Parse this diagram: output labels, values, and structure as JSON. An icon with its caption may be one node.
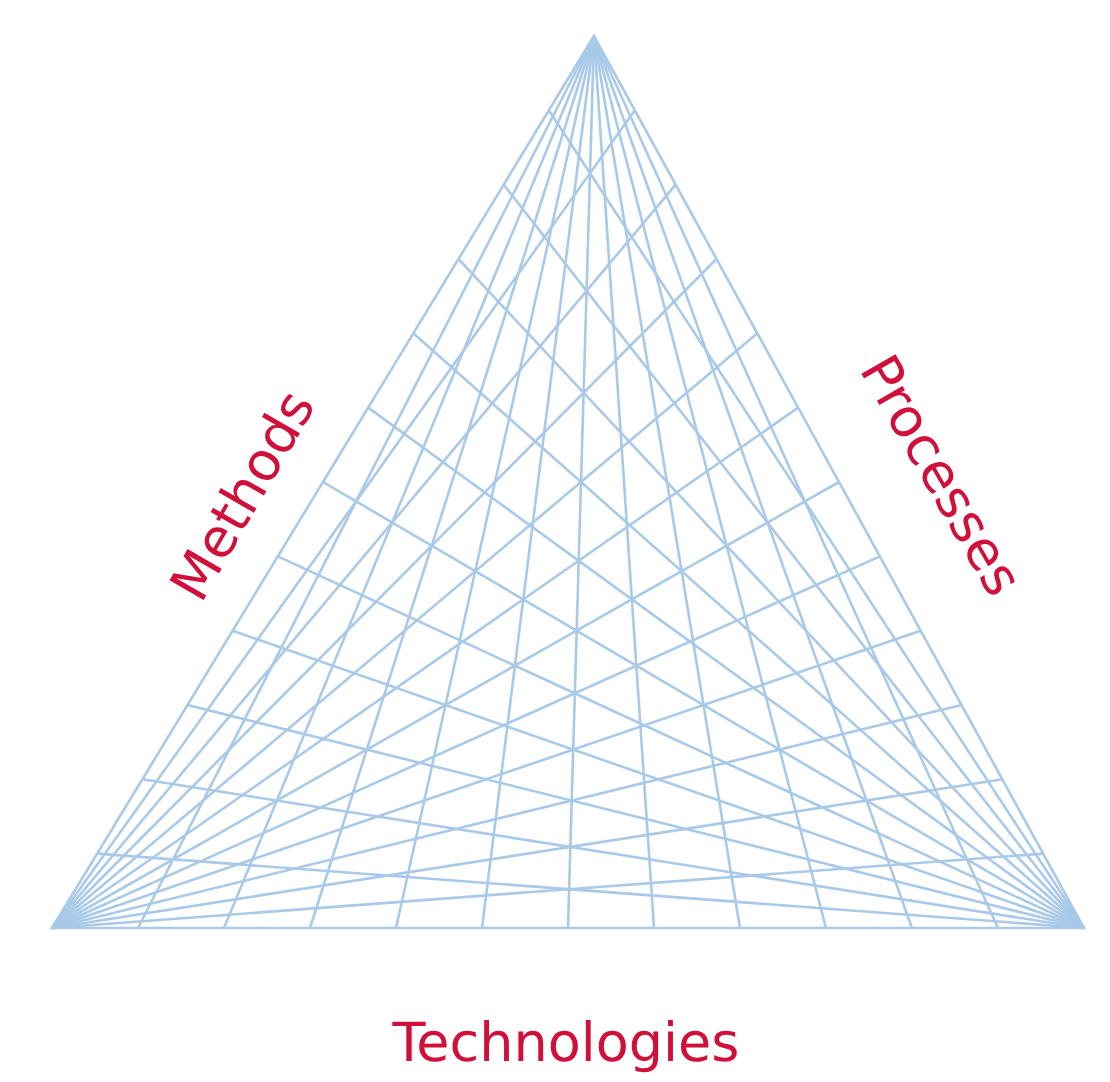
{
  "diagram": {
    "labels": [
      "Methods",
      "Processes",
      "Technologies"
    ]
  }
}
